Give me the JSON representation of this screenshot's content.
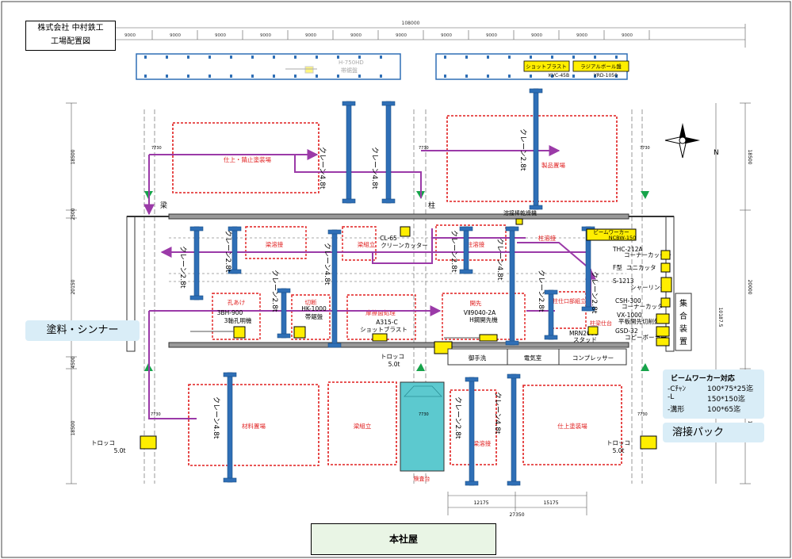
{
  "title_block": {
    "line1": "株式会社 中村鉄工",
    "line2": "工場配置図"
  },
  "dimensions": {
    "overall_width": "108000",
    "span": "9000",
    "left_depth_top": "18500",
    "left_depth_mid": "20150",
    "left_depth_bot": "18500",
    "left_small_1": "2500",
    "left_small_2": "4500",
    "right_depth_top": "18500",
    "right_depth_mid": "20000",
    "right_depth_bot": "18500",
    "right_small": "10187.5",
    "rail_gauge": "7730",
    "bottom_dim_total": "27350",
    "bottom_dim_a": "12175",
    "bottom_dim_b": "15175"
  },
  "axis_labels": {
    "beam": "梁",
    "column": "柱"
  },
  "top_band_items": {
    "saw_model": "H-750HD",
    "saw_name": "帯鋸盤",
    "shot_blast": "ショットブラスト",
    "shot_blast_model": "KVC-45B",
    "radial_drill": "ラジアルボール盤",
    "radial_drill_model": "YRD-1050"
  },
  "zones": {
    "finish_paint": "仕上・錆止塗装場",
    "product_yard": "製品置場",
    "beam_weld": "梁溶接",
    "beam_assembly": "梁組立",
    "column_weld": "柱溶接",
    "column_weld2": "柱溶接",
    "drilling": "孔あけ",
    "cutting": "切断",
    "surface_treatment": "摩擦面処理",
    "beveling": "開先",
    "column_joint": "柱仕口部組立",
    "column_base": "柱梁仕台",
    "material_yard": "材料置場",
    "beam_assembly2": "梁組立",
    "beam_weld2": "梁溶接",
    "finish_paint2": "仕上塗装場",
    "inspection": "検査台"
  },
  "cranes": {
    "c48": "クレーン4.8t",
    "c28": "クレーン2.8t"
  },
  "machines": {
    "drill_model": "3BH-900",
    "drill_name": "3軸孔明機",
    "saw_model": "HK-1000",
    "saw_name": "帯鋸盤",
    "shot_model": "A315-C",
    "shot_name": "ショットブラスト",
    "bevel_model": "VⅡ9040-2A",
    "bevel_name": "H鋼開先機",
    "cleaner_model": "CL-65",
    "cleaner_name": "クリーンカッター",
    "rod_dryer": "溶接棒乾燥機",
    "beam_worker": "ビームワーカー",
    "beam_worker_model": "NCBW-150",
    "thc": "THC-212A",
    "thc_name": "コーナーカッター",
    "f_type": "F型",
    "f_type_name": "ユニカッタ",
    "s1213": "S-1213",
    "s1213_name": "シャーリング",
    "csh": "CSH-300",
    "csh_name": "コーナーカッター",
    "vx": "VX-1000",
    "vx_name": "平板開先切削盤",
    "mrn": "MRN2000",
    "mrn_name": "スタッド",
    "gsd": "GSD-32",
    "gsd_name": "コピーボーラー",
    "shuugou": "集合装置"
  },
  "rooms": {
    "toilet": "御手洗",
    "electric": "電気室",
    "compressor": "コンプレッサー"
  },
  "trolleys": {
    "center": "トロッコ",
    "center_cap": "5.0t",
    "left": "トロッコ",
    "left_cap": "5.0t",
    "right": "トロッコ",
    "right_cap": "5.0t"
  },
  "side_labels": {
    "paint_thinner": "塗料・シンナー",
    "welding_pack": "溶接パック"
  },
  "beam_worker_spec": {
    "title": "ビームワーカー対応",
    "rows": [
      {
        "k": "-Cﾁｬﾝ",
        "v": "100*75*25迄"
      },
      {
        "k": "-L",
        "v": "150*150迄"
      },
      {
        "k": "-溝形",
        "v": "100*65迄"
      }
    ]
  },
  "headquarters": "本社屋",
  "north": "N",
  "colors": {
    "crane": "#2f6fb6",
    "flow": "#9b3aa8",
    "zone": "#e01e1e",
    "machine": "#ffee00",
    "inspection": "#5cc9cf",
    "blue_panel": "#d9edf7",
    "hq": "#e9f5e5"
  }
}
